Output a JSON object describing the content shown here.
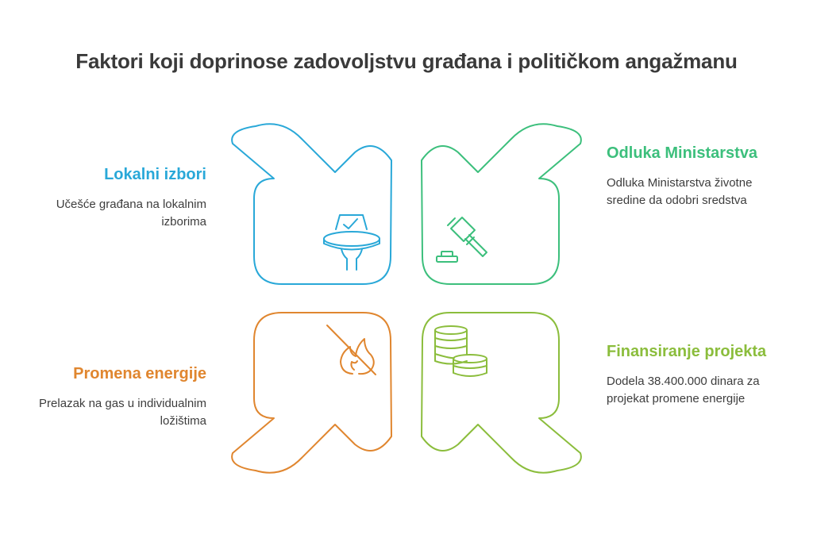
{
  "title": "Faktori koji doprinose zadovoljstvu građana i političkom angažmanu",
  "colors": {
    "blue": "#29a8d8",
    "green": "#3cbf7c",
    "orange": "#e0862f",
    "lime": "#8bbd3c",
    "text": "#3d3d3d"
  },
  "factors": {
    "lokalni": {
      "title": "Lokalni izbori",
      "description": "Učešće građana na lokalnim izborima",
      "icon": "ballot-box-icon"
    },
    "odluka": {
      "title": "Odluka Ministarstva",
      "description": "Odluka Ministarstva životne sredine da odobri sredstva",
      "icon": "gavel-icon"
    },
    "promena": {
      "title": "Promena energije",
      "description": "Prelazak na gas u individualnim ložištima",
      "icon": "no-fire-icon"
    },
    "finansiranje": {
      "title": "Finansiranje projekta",
      "description": "Dodela 38.400.000 dinara za projekat promene energije",
      "icon": "coins-icon"
    }
  }
}
